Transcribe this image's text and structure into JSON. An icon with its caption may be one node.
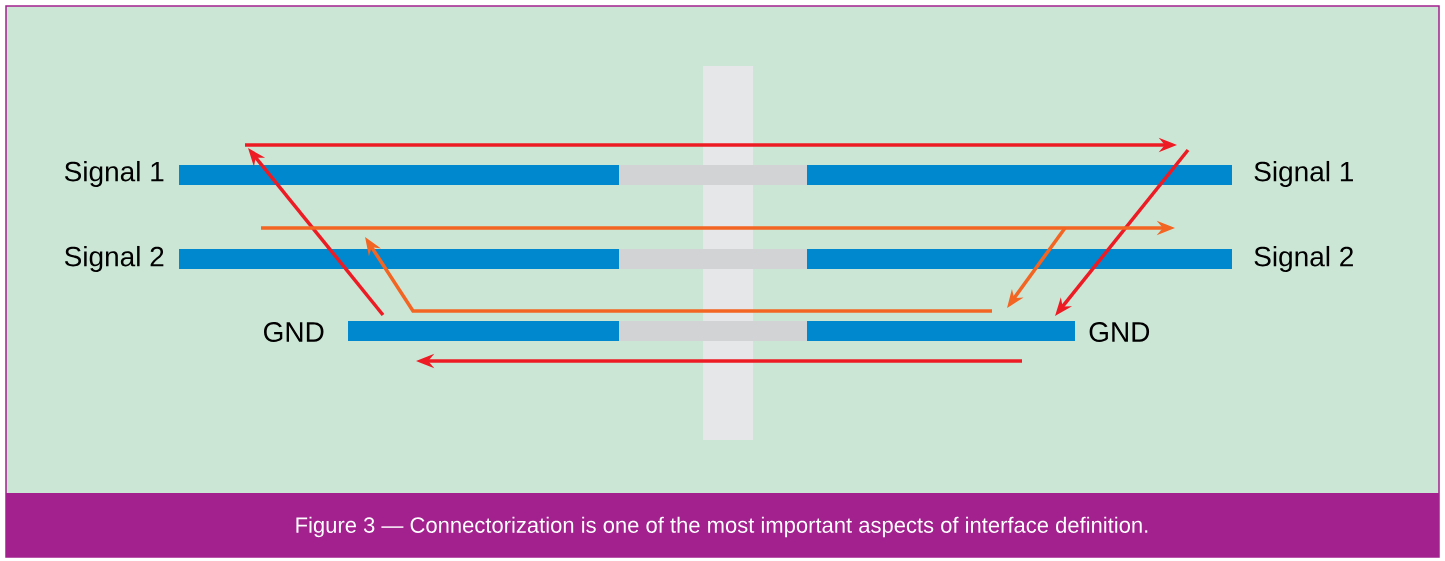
{
  "diagram": {
    "caption": "Figure 3 — Connectorization is one of the most important aspects of interface definition.",
    "labels": [
      "Signal 1",
      "Signal 1",
      "Signal 2",
      "Signal 2",
      "GND",
      "GND"
    ]
  }
}
